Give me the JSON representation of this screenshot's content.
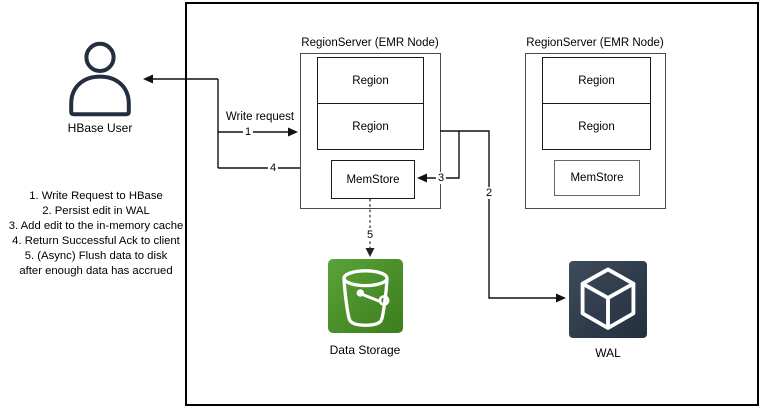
{
  "user": {
    "label": "HBase User"
  },
  "connectors": {
    "write_request": "Write request",
    "c1": "1",
    "c2": "2",
    "c3": "3",
    "c4": "4",
    "c5": "5"
  },
  "steps": {
    "lines": [
      "1. Write Request to HBase",
      "2. Persist edit in WAL",
      "3. Add edit to the in-memory cache",
      "4. Return Successful Ack to client",
      "5. (Async) Flush data to disk",
      "after enough data has accrued"
    ]
  },
  "region_servers": [
    {
      "title": "RegionServer (EMR Node)",
      "region1": "Region",
      "region2": "Region",
      "memstore": "MemStore"
    },
    {
      "title": "RegionServer (EMR Node)",
      "region1": "Region",
      "region2": "Region",
      "memstore": "MemStore"
    }
  ],
  "storage": {
    "label": "Data Storage"
  },
  "wal": {
    "label": "WAL"
  },
  "colors": {
    "bucket_green_start": "#5aa338",
    "bucket_green_end": "#3c7d1d",
    "cube_slate_start": "#3e4b5b",
    "cube_slate_end": "#232f3e",
    "user_stroke": "#232f3e",
    "line": "#111111"
  }
}
